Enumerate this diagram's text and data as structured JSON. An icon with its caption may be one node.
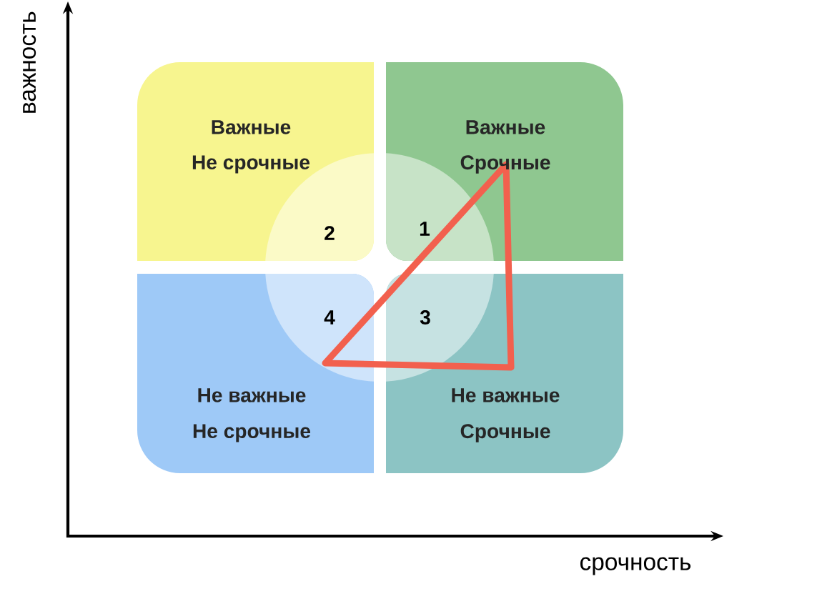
{
  "diagram": {
    "nodes": [
      {
        "text": [
          "Важные",
          "Не срочные"
        ]
      },
      {
        "text": [
          "Важные",
          "Срочные"
        ]
      },
      {
        "text": [
          "Не важные",
          "Не срочные"
        ]
      },
      {
        "text": [
          "Не важные",
          "Срочные"
        ]
      }
    ],
    "labels": [
      "2",
      "1",
      "4",
      "3",
      "важность",
      "срочность"
    ]
  }
}
